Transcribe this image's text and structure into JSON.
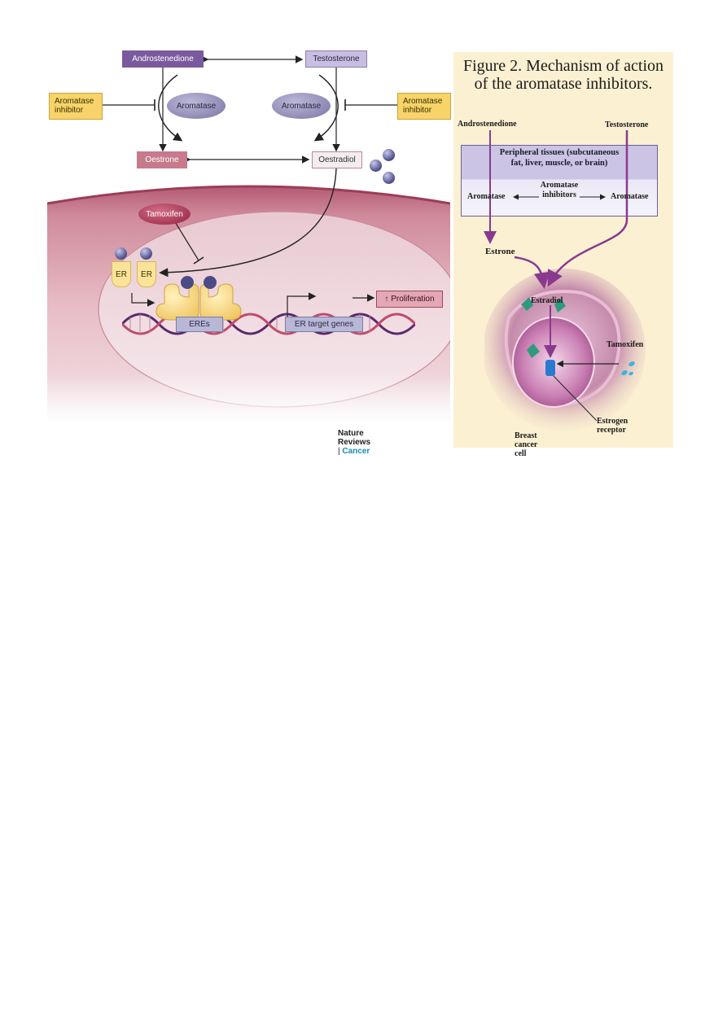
{
  "left_figure": {
    "androstenedione": "Androstenedione",
    "testosterone": "Testosterone",
    "aromatase_inhibitor_left": "Aromatase inhibitor",
    "aromatase_inhibitor_right": "Aromatase inhibitor",
    "aromatase_left": "Aromatase",
    "aromatase_right": "Aromatase",
    "oestrone": "Oestrone",
    "oestradiol": "Oestradiol",
    "tamoxifen": "Tamoxifen",
    "er_1": "ER",
    "er_2": "ER",
    "eres": "EREs",
    "er_target_genes": "ER target genes",
    "proliferation": "↑ Proliferation",
    "credit_journal": "Nature Reviews",
    "credit_separator": " | ",
    "credit_section": "Cancer"
  },
  "right_figure": {
    "title_line1": "Figure 2. Mechanism of action",
    "title_line2": "of the aromatase inhibitors.",
    "androstenedione": "Androstenedione",
    "testosterone": "Testosterone",
    "tissue_line1": "Peripheral tissues (subcutaneous",
    "tissue_line2": "fat, liver, muscle, or brain)",
    "aromatase_left": "Aromatase",
    "aromatase_right": "Aromatase",
    "inhibitors_line1": "Aromatase",
    "inhibitors_line2": "inhibitors",
    "estrone": "Estrone",
    "estradiol": "Estradiol",
    "tamoxifen": "Tamoxifen",
    "estrogen_receptor": "Estrogen receptor",
    "breast_cancer_cell": "Breast cancer cell"
  },
  "colors": {
    "accent_purple": "#8a3a8e",
    "cell_pink": "#c07a8c",
    "nucleus": "#f0dde2",
    "panel_cream": "#fbf1d2"
  }
}
